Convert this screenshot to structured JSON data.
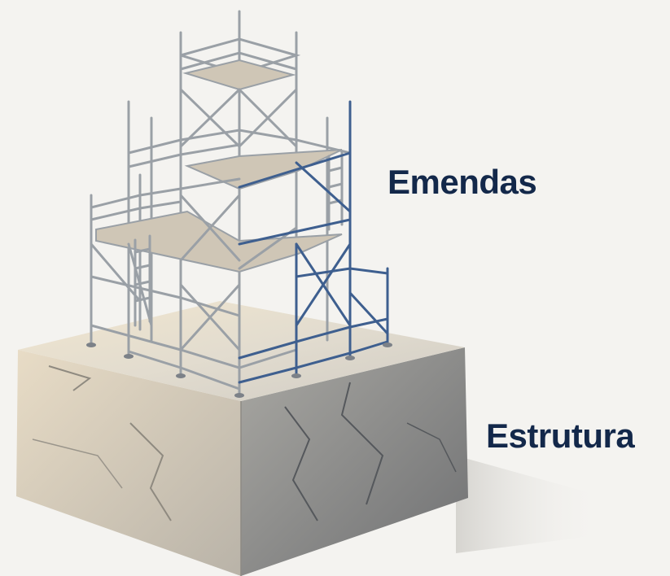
{
  "labels": {
    "top": "Emendas",
    "bottom": "Estrutura"
  },
  "colors": {
    "background": "#f4f3f0",
    "label_text": "#13284a",
    "scaffold_steel": "#9aa0a6",
    "highlight_blue": "#3e5f8f",
    "rock_light": "#e3ddd2",
    "rock_dark": "#7d7d79",
    "plank": "#cfc6b6"
  },
  "illustration": {
    "subject": "scaffolding-on-rock-block"
  }
}
